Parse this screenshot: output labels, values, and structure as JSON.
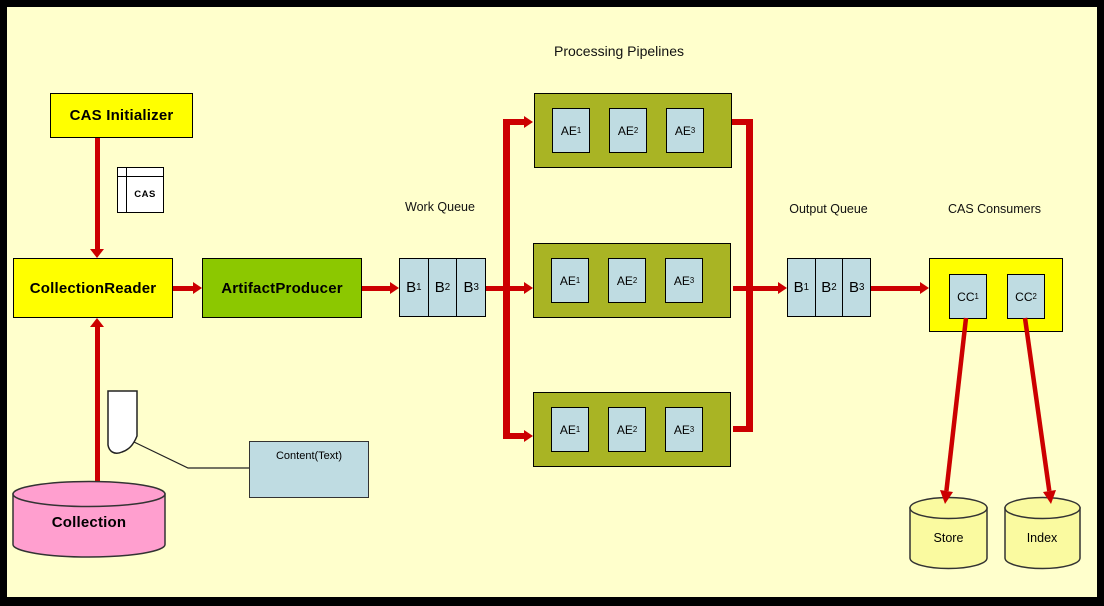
{
  "title": "Processing Pipelines",
  "nodes": {
    "cas_initializer": "CAS Initializer",
    "cas_document": "CAS",
    "collection_reader": "CollectionReader",
    "artifact_producer": "ArtifactProducer",
    "collection": "Collection",
    "content": "Content(Text)",
    "store": "Store",
    "index": "Index"
  },
  "work_queue": {
    "label": "Work Queue",
    "cells": [
      {
        "base": "B",
        "sub": "1"
      },
      {
        "base": "B",
        "sub": "2"
      },
      {
        "base": "B",
        "sub": "3"
      }
    ]
  },
  "output_queue": {
    "label": "Output Queue",
    "cells": [
      {
        "base": "B",
        "sub": "1"
      },
      {
        "base": "B",
        "sub": "2"
      },
      {
        "base": "B",
        "sub": "3"
      }
    ]
  },
  "pipelines": [
    {
      "engines": [
        {
          "base": "AE",
          "sub": "1"
        },
        {
          "base": "AE",
          "sub": "2"
        },
        {
          "base": "AE",
          "sub": "3"
        }
      ]
    },
    {
      "engines": [
        {
          "base": "AE",
          "sub": "1"
        },
        {
          "base": "AE",
          "sub": "2"
        },
        {
          "base": "AE",
          "sub": "3"
        }
      ]
    },
    {
      "engines": [
        {
          "base": "AE",
          "sub": "1"
        },
        {
          "base": "AE",
          "sub": "2"
        },
        {
          "base": "AE",
          "sub": "3"
        }
      ]
    }
  ],
  "cas_consumers": {
    "label": "CAS Consumers",
    "cells": [
      {
        "base": "CC",
        "sub": "1"
      },
      {
        "base": "CC",
        "sub": "2"
      }
    ]
  },
  "colors": {
    "background": "#FFFFCC",
    "frame_border": "#000000",
    "yellow_node": "#FFFF00",
    "green_node": "#8CC800",
    "pipeline_green": "#A9B424",
    "queue_blue": "#BFDCE2",
    "collection_pink": "#FF9FCF",
    "db_yellow": "#FAFAA0",
    "arrow_red": "#CC0000"
  }
}
